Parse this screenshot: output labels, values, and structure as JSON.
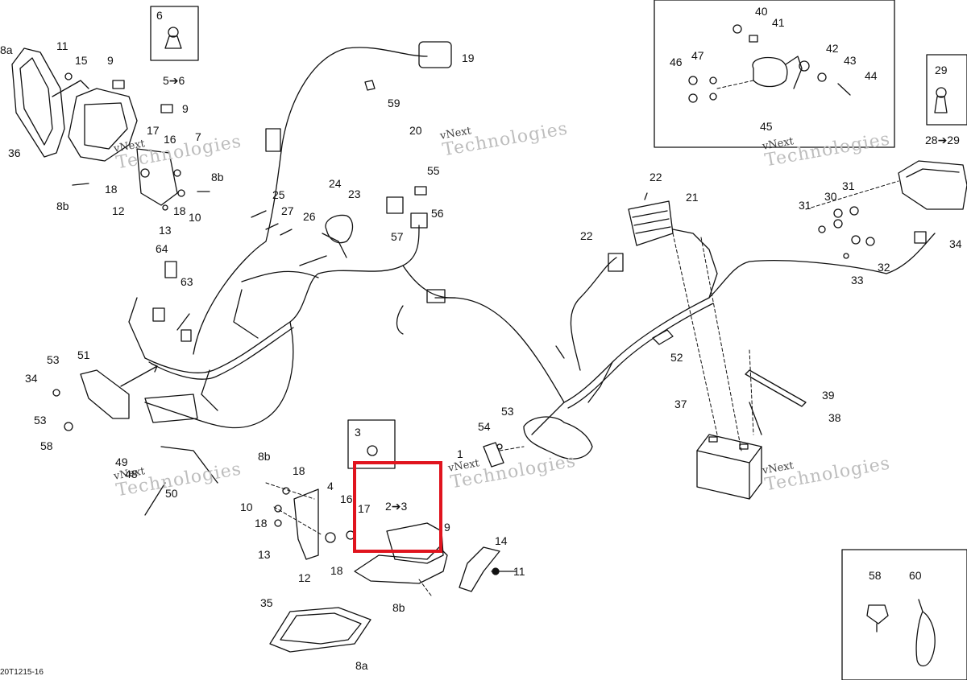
{
  "document_code": "20T1215-16",
  "watermark": {
    "line1": "vNext",
    "line2": "Technologies"
  },
  "callouts": [
    {
      "id": "c-8a-top",
      "text": "8a"
    },
    {
      "id": "c-11-top",
      "text": "11"
    },
    {
      "id": "c-15",
      "text": "15"
    },
    {
      "id": "c-9-top",
      "text": "9"
    },
    {
      "id": "c-6",
      "text": "6"
    },
    {
      "id": "c-5to6",
      "text": "5➔6"
    },
    {
      "id": "c-9-mid",
      "text": "9"
    },
    {
      "id": "c-36",
      "text": "36"
    },
    {
      "id": "c-17-top",
      "text": "17"
    },
    {
      "id": "c-16-top",
      "text": "16"
    },
    {
      "id": "c-7",
      "text": "7"
    },
    {
      "id": "c-8b-right",
      "text": "8b"
    },
    {
      "id": "c-8b-left",
      "text": "8b"
    },
    {
      "id": "c-18-a",
      "text": "18"
    },
    {
      "id": "c-12-top",
      "text": "12"
    },
    {
      "id": "c-18-b",
      "text": "18"
    },
    {
      "id": "c-10-top",
      "text": "10"
    },
    {
      "id": "c-13-top",
      "text": "13"
    },
    {
      "id": "c-19",
      "text": "19"
    },
    {
      "id": "c-59",
      "text": "59"
    },
    {
      "id": "c-20",
      "text": "20"
    },
    {
      "id": "c-25",
      "text": "25"
    },
    {
      "id": "c-27",
      "text": "27"
    },
    {
      "id": "c-26",
      "text": "26"
    },
    {
      "id": "c-24",
      "text": "24"
    },
    {
      "id": "c-23",
      "text": "23"
    },
    {
      "id": "c-55",
      "text": "55"
    },
    {
      "id": "c-56",
      "text": "56"
    },
    {
      "id": "c-57",
      "text": "57"
    },
    {
      "id": "c-64",
      "text": "64"
    },
    {
      "id": "c-63",
      "text": "63"
    },
    {
      "id": "c-53-left",
      "text": "53"
    },
    {
      "id": "c-51",
      "text": "51"
    },
    {
      "id": "c-34-left",
      "text": "34"
    },
    {
      "id": "c-53-left2",
      "text": "53"
    },
    {
      "id": "c-58-left",
      "text": "58"
    },
    {
      "id": "c-49",
      "text": "49"
    },
    {
      "id": "c-48",
      "text": "48"
    },
    {
      "id": "c-50",
      "text": "50"
    },
    {
      "id": "c-40",
      "text": "40"
    },
    {
      "id": "c-41",
      "text": "41"
    },
    {
      "id": "c-46",
      "text": "46"
    },
    {
      "id": "c-47",
      "text": "47"
    },
    {
      "id": "c-42",
      "text": "42"
    },
    {
      "id": "c-43",
      "text": "43"
    },
    {
      "id": "c-44",
      "text": "44"
    },
    {
      "id": "c-45",
      "text": "45"
    },
    {
      "id": "c-29",
      "text": "29"
    },
    {
      "id": "c-28to29",
      "text": "28➔29"
    },
    {
      "id": "c-22-top",
      "text": "22"
    },
    {
      "id": "c-21",
      "text": "21"
    },
    {
      "id": "c-22-mid",
      "text": "22"
    },
    {
      "id": "c-30",
      "text": "30"
    },
    {
      "id": "c-31-a",
      "text": "31"
    },
    {
      "id": "c-31-b",
      "text": "31"
    },
    {
      "id": "c-34-right",
      "text": "34"
    },
    {
      "id": "c-32",
      "text": "32"
    },
    {
      "id": "c-33",
      "text": "33"
    },
    {
      "id": "c-52",
      "text": "52"
    },
    {
      "id": "c-39",
      "text": "39"
    },
    {
      "id": "c-37",
      "text": "37"
    },
    {
      "id": "c-38",
      "text": "38"
    },
    {
      "id": "c-53-mid",
      "text": "53"
    },
    {
      "id": "c-54",
      "text": "54"
    },
    {
      "id": "c-1",
      "text": "1"
    },
    {
      "id": "c-3",
      "text": "3"
    },
    {
      "id": "c-2to3",
      "text": "2➔3"
    },
    {
      "id": "c-9-low",
      "text": "9"
    },
    {
      "id": "c-14",
      "text": "14"
    },
    {
      "id": "c-11-low",
      "text": "11"
    },
    {
      "id": "c-8b-low",
      "text": "8b"
    },
    {
      "id": "c-18-low",
      "text": "18"
    },
    {
      "id": "c-4",
      "text": "4"
    },
    {
      "id": "c-16-low",
      "text": "16"
    },
    {
      "id": "c-17-low",
      "text": "17"
    },
    {
      "id": "c-10-low",
      "text": "10"
    },
    {
      "id": "c-18-low2",
      "text": "18"
    },
    {
      "id": "c-13-low",
      "text": "13"
    },
    {
      "id": "c-12-low",
      "text": "12"
    },
    {
      "id": "c-18-low3",
      "text": "18"
    },
    {
      "id": "c-8b-bottom",
      "text": "8b"
    },
    {
      "id": "c-35",
      "text": "35"
    },
    {
      "id": "c-8a-bottom",
      "text": "8a"
    },
    {
      "id": "c-58-inset",
      "text": "58"
    },
    {
      "id": "c-60",
      "text": "60"
    }
  ]
}
